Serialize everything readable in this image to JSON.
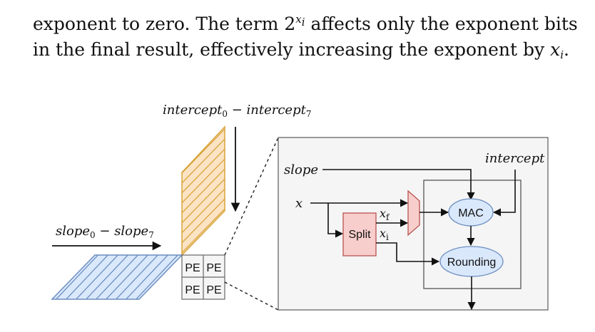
{
  "paragraph": {
    "line1_part1": "exponent to zero. The term ",
    "line1_base": "2",
    "line1_sup_var": "x",
    "line1_sup_sub": "i",
    "line1_part2": " affects only the exponent bits",
    "line2_part1": "in the final result, effectively increasing the exponent by ",
    "line2_var": "x",
    "line2_sub": "i",
    "line2_end": "."
  },
  "figure": {
    "intercept_range": {
      "a": "intercept",
      "a_sub": "0",
      "op": " − ",
      "b": "intercept",
      "b_sub": "7"
    },
    "slope_range": {
      "a": "slope",
      "a_sub": "0",
      "op": " − ",
      "b": "slope",
      "b_sub": "7"
    },
    "pe_labels": [
      "PE",
      "PE",
      "PE",
      "PE"
    ],
    "detail": {
      "slope_label": "slope",
      "intercept_label": "intercept",
      "x_label": "x",
      "split_label": "Split",
      "xf_var": "x",
      "xf_sub": "f",
      "xi_var": "x",
      "xi_sub": "i",
      "mac_label": "MAC",
      "rounding_label": "Rounding"
    }
  },
  "colors": {
    "intercept_fill": "#fbe3c4",
    "intercept_stroke": "#d9a43a",
    "slope_fill": "#dae8fc",
    "slope_stroke": "#6c8ebf",
    "split_fill": "#f8cecc",
    "split_stroke": "#b85450",
    "node_fill": "#dae8fc",
    "node_stroke": "#6c8ebf",
    "panel_fill": "#f5f5f5",
    "panel_stroke": "#666666"
  }
}
